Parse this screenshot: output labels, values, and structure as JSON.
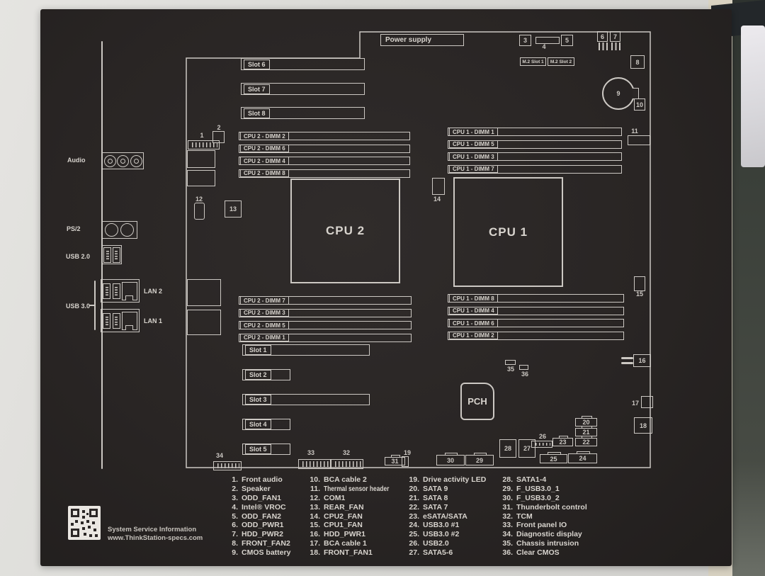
{
  "io_panel": {
    "audio_label": "Audio",
    "ps2_label": "PS/2",
    "usb2_label": "USB 2.0",
    "usb3_label": "USB 3.0",
    "lan2_label": "LAN 2",
    "lan1_label": "LAN 1"
  },
  "board": {
    "power_supply_label": "Power supply",
    "m2_slot1_label": "M.2 Slot 1",
    "m2_slot2_label": "M.2 Slot 2",
    "cpu2_label": "CPU 2",
    "cpu1_label": "CPU 1",
    "pch_label": "PCH",
    "slots_top": [
      "Slot 6",
      "Slot 7",
      "Slot 8"
    ],
    "slots_bottom": [
      "Slot 1",
      "Slot 2",
      "Slot 3",
      "Slot 4",
      "Slot 5"
    ],
    "cpu2_dimms_top": [
      "CPU 2 - DIMM 2",
      "CPU 2 - DIMM 6",
      "CPU 2 - DIMM 4",
      "CPU 2 - DIMM 8"
    ],
    "cpu1_dimms_top": [
      "CPU 1 - DIMM 1",
      "CPU 1 - DIMM 5",
      "CPU 1 - DIMM 3",
      "CPU 1 - DIMM 7"
    ],
    "cpu2_dimms_bottom": [
      "CPU 2 - DIMM 7",
      "CPU 2 - DIMM 3",
      "CPU 2 - DIMM 5",
      "CPU 2 - DIMM 1"
    ],
    "cpu1_dimms_bottom": [
      "CPU 1 - DIMM 8",
      "CPU 1 - DIMM 4",
      "CPU 1 - DIMM 6",
      "CPU 1 - DIMM 2"
    ],
    "callout_numbers": [
      "1",
      "2",
      "3",
      "4",
      "5",
      "6",
      "7",
      "8",
      "9",
      "10",
      "11",
      "12",
      "13",
      "14",
      "15",
      "16",
      "17",
      "18",
      "19",
      "20",
      "21",
      "22",
      "23",
      "24",
      "25",
      "26",
      "27",
      "28",
      "29",
      "30",
      "31",
      "32",
      "33",
      "34",
      "35",
      "36"
    ]
  },
  "legend": {
    "columns": [
      [
        {
          "n": "1.",
          "t": "Front audio"
        },
        {
          "n": "2.",
          "t": "Speaker"
        },
        {
          "n": "3.",
          "t": "ODD_FAN1"
        },
        {
          "n": "4.",
          "t": "Intel® VROC"
        },
        {
          "n": "5.",
          "t": "ODD_FAN2"
        },
        {
          "n": "6.",
          "t": "ODD_PWR1"
        },
        {
          "n": "7.",
          "t": "HDD_PWR2"
        },
        {
          "n": "8.",
          "t": "FRONT_FAN2"
        },
        {
          "n": "9.",
          "t": "CMOS battery"
        }
      ],
      [
        {
          "n": "10.",
          "t": "BCA cable 2"
        },
        {
          "n": "11.",
          "t": "Thermal sensor header"
        },
        {
          "n": "12.",
          "t": "COM1"
        },
        {
          "n": "13.",
          "t": "REAR_FAN"
        },
        {
          "n": "14.",
          "t": "CPU2_FAN"
        },
        {
          "n": "15.",
          "t": "CPU1_FAN"
        },
        {
          "n": "16.",
          "t": "HDD_PWR1"
        },
        {
          "n": "17.",
          "t": "BCA cable 1"
        },
        {
          "n": "18.",
          "t": "FRONT_FAN1"
        }
      ],
      [
        {
          "n": "19.",
          "t": "Drive activity LED"
        },
        {
          "n": "20.",
          "t": "SATA 9"
        },
        {
          "n": "21.",
          "t": "SATA 8"
        },
        {
          "n": "22.",
          "t": "SATA 7"
        },
        {
          "n": "23.",
          "t": "eSATA/SATA"
        },
        {
          "n": "24.",
          "t": "USB3.0 #1"
        },
        {
          "n": "25.",
          "t": "USB3.0 #2"
        },
        {
          "n": "26.",
          "t": "USB2.0"
        },
        {
          "n": "27.",
          "t": "SATA5-6"
        }
      ],
      [
        {
          "n": "28.",
          "t": "SATA1-4"
        },
        {
          "n": "29.",
          "t": "F_USB3.0_1"
        },
        {
          "n": "30.",
          "t": "F_USB3.0_2"
        },
        {
          "n": "31.",
          "t": "Thunderbolt control"
        },
        {
          "n": "32.",
          "t": "TCM"
        },
        {
          "n": "33.",
          "t": "Front panel IO"
        },
        {
          "n": "34.",
          "t": "Diagnostic display"
        },
        {
          "n": "35.",
          "t": "Chassis intrusion"
        },
        {
          "n": "36.",
          "t": "Clear CMOS"
        }
      ]
    ]
  },
  "footer": {
    "line1": "System Service Information",
    "line2": "www.ThinkStation-specs.com"
  }
}
